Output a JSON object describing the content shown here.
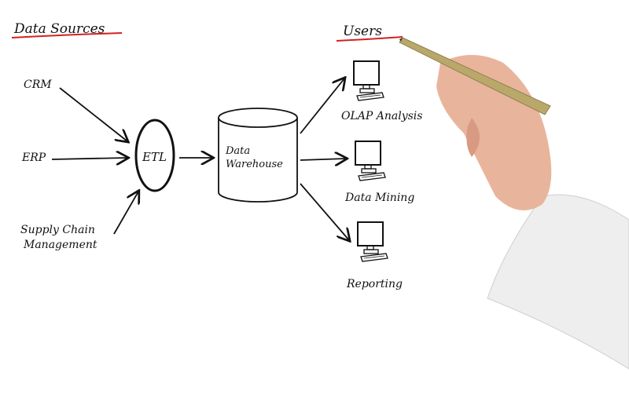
{
  "headings": {
    "sources": "Data Sources",
    "users": "Users"
  },
  "sources": [
    {
      "label": "CRM"
    },
    {
      "label": "ERP"
    },
    {
      "label": "Supply Chain",
      "label2": "Management"
    }
  ],
  "etl": {
    "label": "ETL"
  },
  "warehouse": {
    "line1": "Data",
    "line2": "Warehouse"
  },
  "outputs": [
    {
      "label": "OLAP Analysis"
    },
    {
      "label": "Data Mining"
    },
    {
      "label": "Reporting"
    }
  ],
  "colors": {
    "underline": "#d42020",
    "ink": "#111111",
    "pen": "#b9a86a",
    "sleeve": "#eeeeee",
    "skin": "#e8b59c"
  }
}
